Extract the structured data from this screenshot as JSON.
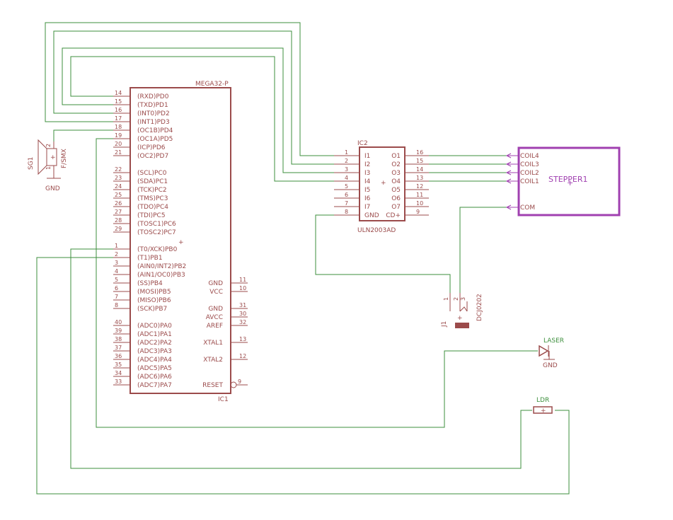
{
  "ic1": {
    "name": "MEGA32-P",
    "ref": "IC1",
    "left_pins": [
      {
        "num": "14",
        "name": "(RXD)PD0"
      },
      {
        "num": "15",
        "name": "(TXD)PD1"
      },
      {
        "num": "16",
        "name": "(INT0)PD2"
      },
      {
        "num": "17",
        "name": "(INT1)PD3"
      },
      {
        "num": "18",
        "name": "(OC1B)PD4"
      },
      {
        "num": "19",
        "name": "(OC1A)PD5"
      },
      {
        "num": "20",
        "name": "(ICP)PD6"
      },
      {
        "num": "21",
        "name": "(OC2)PD7"
      },
      {
        "num": "22",
        "name": "(SCL)PC0"
      },
      {
        "num": "23",
        "name": "(SDA)PC1"
      },
      {
        "num": "24",
        "name": "(TCK)PC2"
      },
      {
        "num": "25",
        "name": "(TMS)PC3"
      },
      {
        "num": "26",
        "name": "(TDO)PC4"
      },
      {
        "num": "27",
        "name": "(TDI)PC5"
      },
      {
        "num": "28",
        "name": "(TOSC1)PC6"
      },
      {
        "num": "29",
        "name": "(TOSC2)PC7"
      },
      {
        "num": "1",
        "name": "(T0/XCK)PB0"
      },
      {
        "num": "2",
        "name": "(T1)PB1"
      },
      {
        "num": "3",
        "name": "(AIN0/INT2)PB2"
      },
      {
        "num": "4",
        "name": "(AIN1/OC0)PB3"
      },
      {
        "num": "5",
        "name": "(SS)PB4"
      },
      {
        "num": "6",
        "name": "(MOSI)PB5"
      },
      {
        "num": "7",
        "name": "(MISO)PB6"
      },
      {
        "num": "8",
        "name": "(SCK)PB7"
      },
      {
        "num": "40",
        "name": "(ADC0)PA0"
      },
      {
        "num": "39",
        "name": "(ADC1)PA1"
      },
      {
        "num": "38",
        "name": "(ADC2)PA2"
      },
      {
        "num": "37",
        "name": "(ADC3)PA3"
      },
      {
        "num": "36",
        "name": "(ADC4)PA4"
      },
      {
        "num": "35",
        "name": "(ADC5)PA5"
      },
      {
        "num": "34",
        "name": "(ADC6)PA6"
      },
      {
        "num": "33",
        "name": "(ADC7)PA7"
      }
    ],
    "right_pins": [
      {
        "num": "11",
        "name": "GND"
      },
      {
        "num": "10",
        "name": "VCC"
      },
      {
        "num": "31",
        "name": "GND"
      },
      {
        "num": "30",
        "name": "AVCC"
      },
      {
        "num": "32",
        "name": "AREF"
      },
      {
        "num": "13",
        "name": "XTAL1"
      },
      {
        "num": "12",
        "name": "XTAL2"
      },
      {
        "num": "9",
        "name": "RESET"
      }
    ]
  },
  "ic2": {
    "name": "ULN2003AD",
    "ref": "IC2",
    "left_pins": [
      {
        "num": "1",
        "name": "I1"
      },
      {
        "num": "2",
        "name": "I2"
      },
      {
        "num": "3",
        "name": "I3"
      },
      {
        "num": "4",
        "name": "I4"
      },
      {
        "num": "5",
        "name": "I5"
      },
      {
        "num": "6",
        "name": "I6"
      },
      {
        "num": "7",
        "name": "I7"
      },
      {
        "num": "8",
        "name": "GND"
      }
    ],
    "right_pins": [
      {
        "num": "16",
        "name": "O1"
      },
      {
        "num": "15",
        "name": "O2"
      },
      {
        "num": "14",
        "name": "O3"
      },
      {
        "num": "13",
        "name": "O4"
      },
      {
        "num": "12",
        "name": "O5"
      },
      {
        "num": "11",
        "name": "O6"
      },
      {
        "num": "10",
        "name": "O7"
      },
      {
        "num": "9",
        "name": "CD+"
      }
    ]
  },
  "stepper": {
    "name": "STEPPER1",
    "pins": [
      "COIL4",
      "COIL3",
      "COIL2",
      "COIL1",
      "COM"
    ]
  },
  "sg1": {
    "ref": "SG1",
    "value": "F/SMX",
    "gnd": "GND",
    "pin1": "1",
    "pin2": "2"
  },
  "j1": {
    "ref": "J1",
    "value": "DCJ0202",
    "pins": [
      "1",
      "2",
      "3"
    ]
  },
  "laser": {
    "name": "LASER",
    "gnd": "GND"
  },
  "ldr": {
    "name": "LDR"
  },
  "colors": {
    "wire": "#3d8f3d",
    "part": "#9b4b4b",
    "stepper": "#a040b0"
  }
}
